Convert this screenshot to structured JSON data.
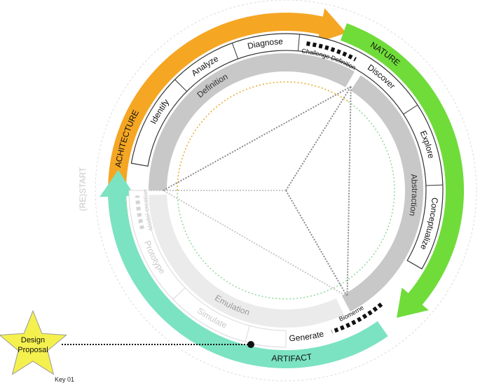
{
  "outer_label": "(RE)START",
  "arrows": {
    "architecture": {
      "label": "ACHITECTURE",
      "color": "#f5a623"
    },
    "nature": {
      "label": "NATURE",
      "color": "#6fdc3a"
    },
    "artifact": {
      "label": "ARTIFACT",
      "color": "#7be3c2"
    }
  },
  "bands": {
    "definition": {
      "label": "Definition",
      "color": "#c8c8c8"
    },
    "abstraction": {
      "label": "Abstraction",
      "color": "#c8c8c8"
    },
    "emulation": {
      "label": "Emulation",
      "color": "#ebebeb"
    }
  },
  "steps": [
    {
      "key": "identify",
      "label": "Identify",
      "state": "active"
    },
    {
      "key": "analyze",
      "label": "Analyze",
      "state": "active"
    },
    {
      "key": "diagnose",
      "label": "Diagnose",
      "state": "active"
    },
    {
      "key": "discover",
      "label": "Discover",
      "state": "active"
    },
    {
      "key": "explore",
      "label": "Explore",
      "state": "active"
    },
    {
      "key": "conceptualize",
      "label": "Conceptualize",
      "state": "active"
    },
    {
      "key": "generate",
      "label": "Generate",
      "state": "active"
    },
    {
      "key": "simulate",
      "label": "Simulate",
      "state": "faded"
    },
    {
      "key": "prototype",
      "label": "Prototype",
      "state": "faded"
    }
  ],
  "links": {
    "challenge": "Challenge Definition",
    "biomerne": "Biomerne",
    "model": "Model creation"
  },
  "star": {
    "line1": "Design",
    "line2": "Proposal",
    "color": "#f4f04e"
  },
  "key_label": "Key 01",
  "circle_colors": {
    "top": "#e8a92a",
    "bottom": "#8fd99a",
    "spokes": "#8a8a8a"
  }
}
